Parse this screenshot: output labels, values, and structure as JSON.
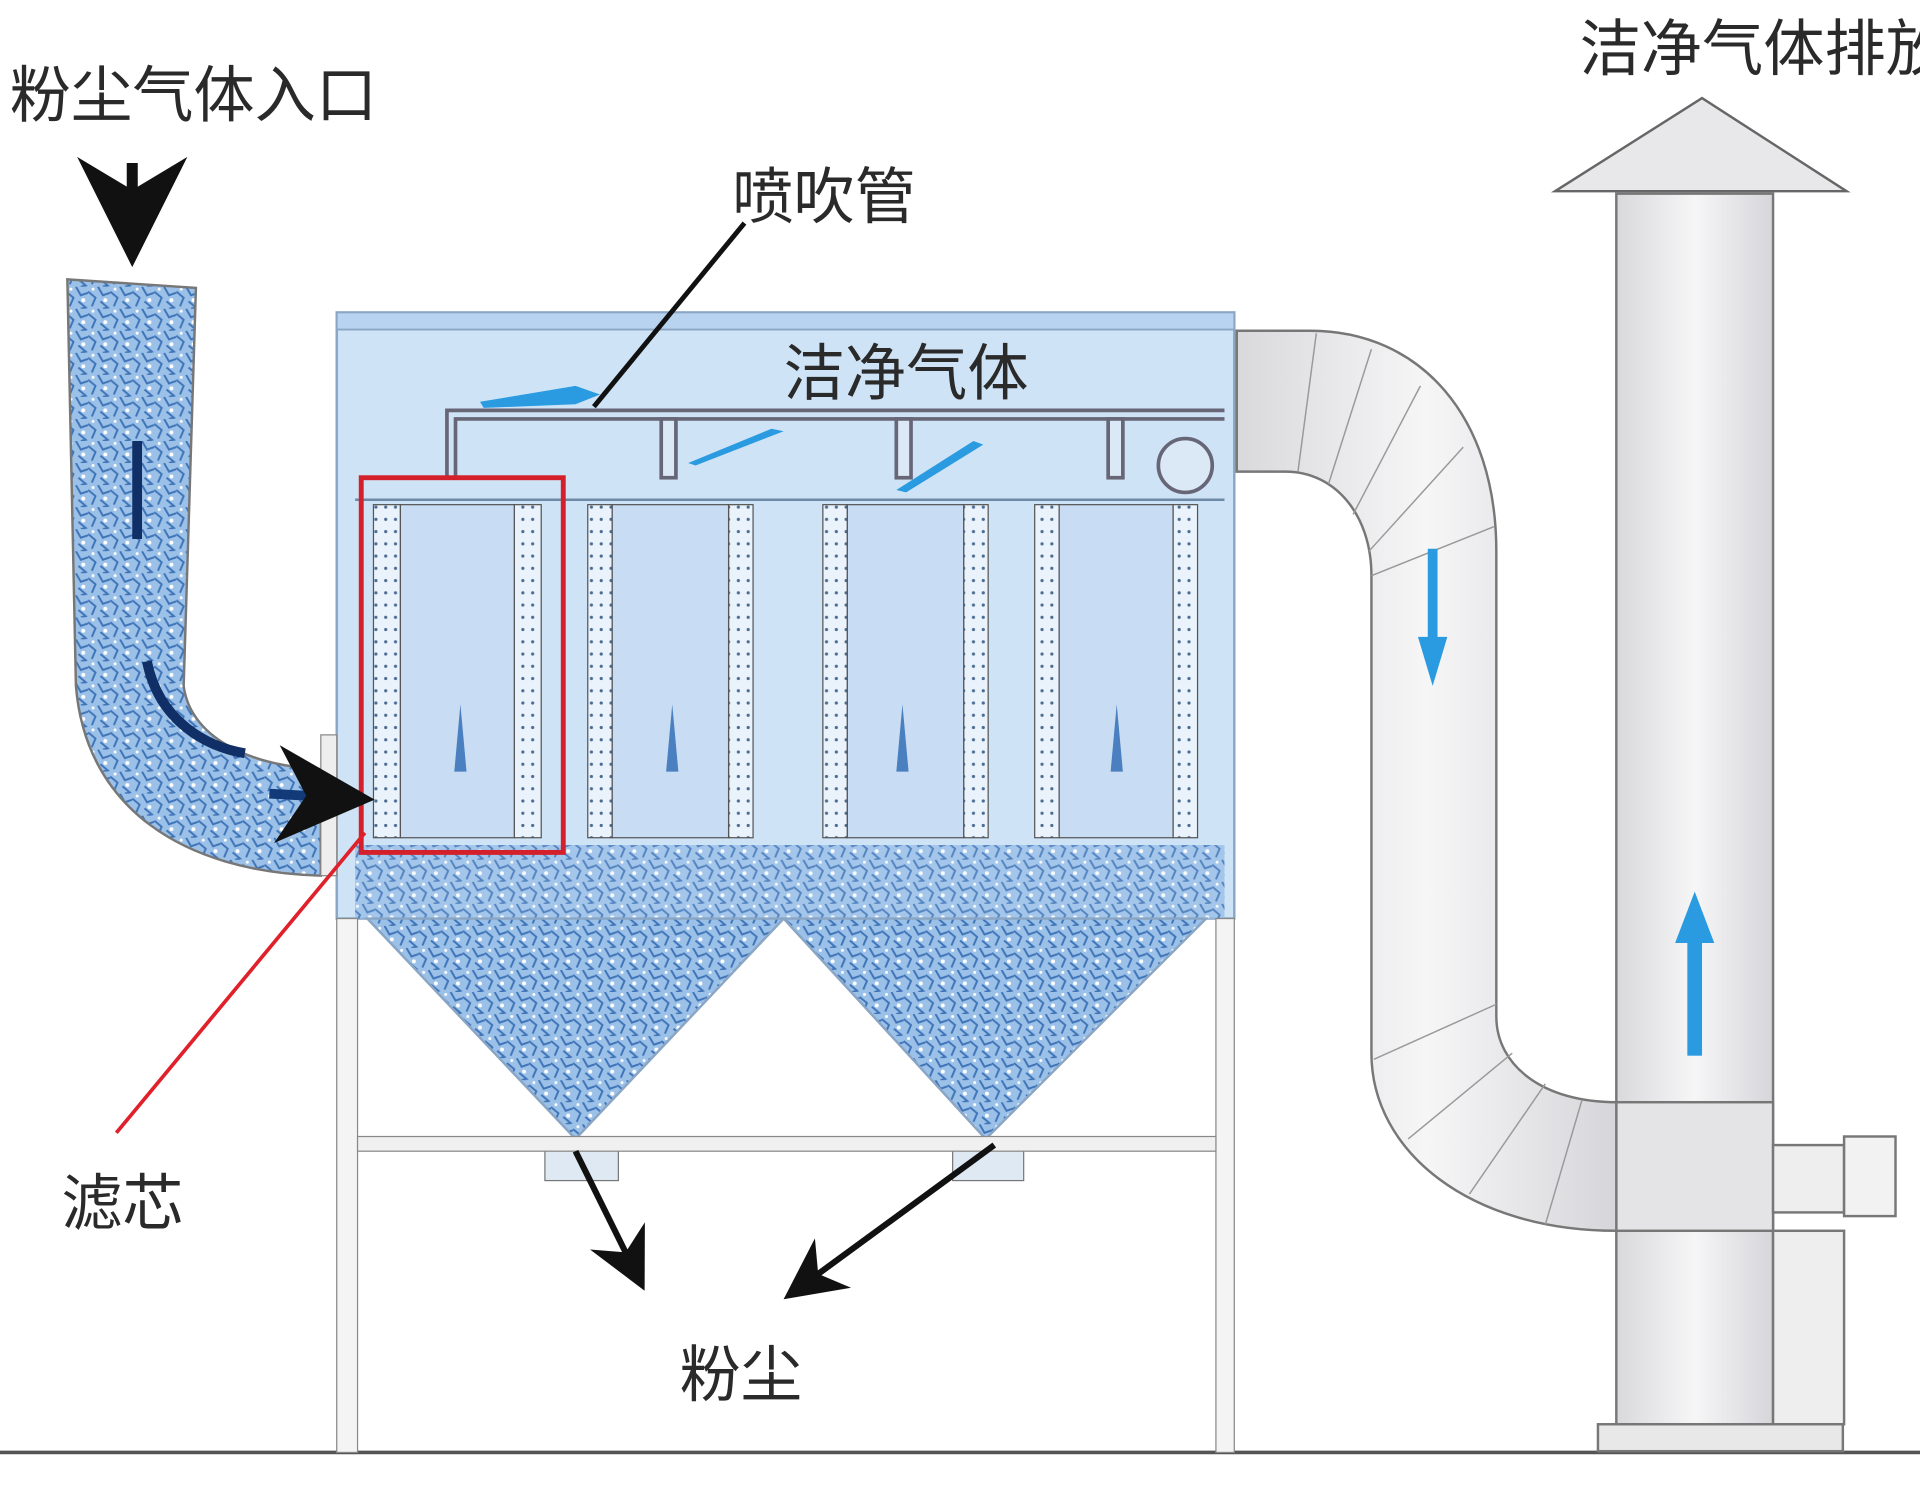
{
  "labels": {
    "inlet": "粉尘气体入口",
    "exhaust": "洁净气体排放",
    "blow_pipe": "喷吹管",
    "clean_gas": "洁净气体",
    "filter_cartridge": "滤芯",
    "dust": "粉尘"
  },
  "colors": {
    "housing": "#cfe3f6",
    "dust": "#4f86c6",
    "flow_arrow": "#2a9be0",
    "highlight": "#d4202a",
    "duct": "#ececee"
  }
}
